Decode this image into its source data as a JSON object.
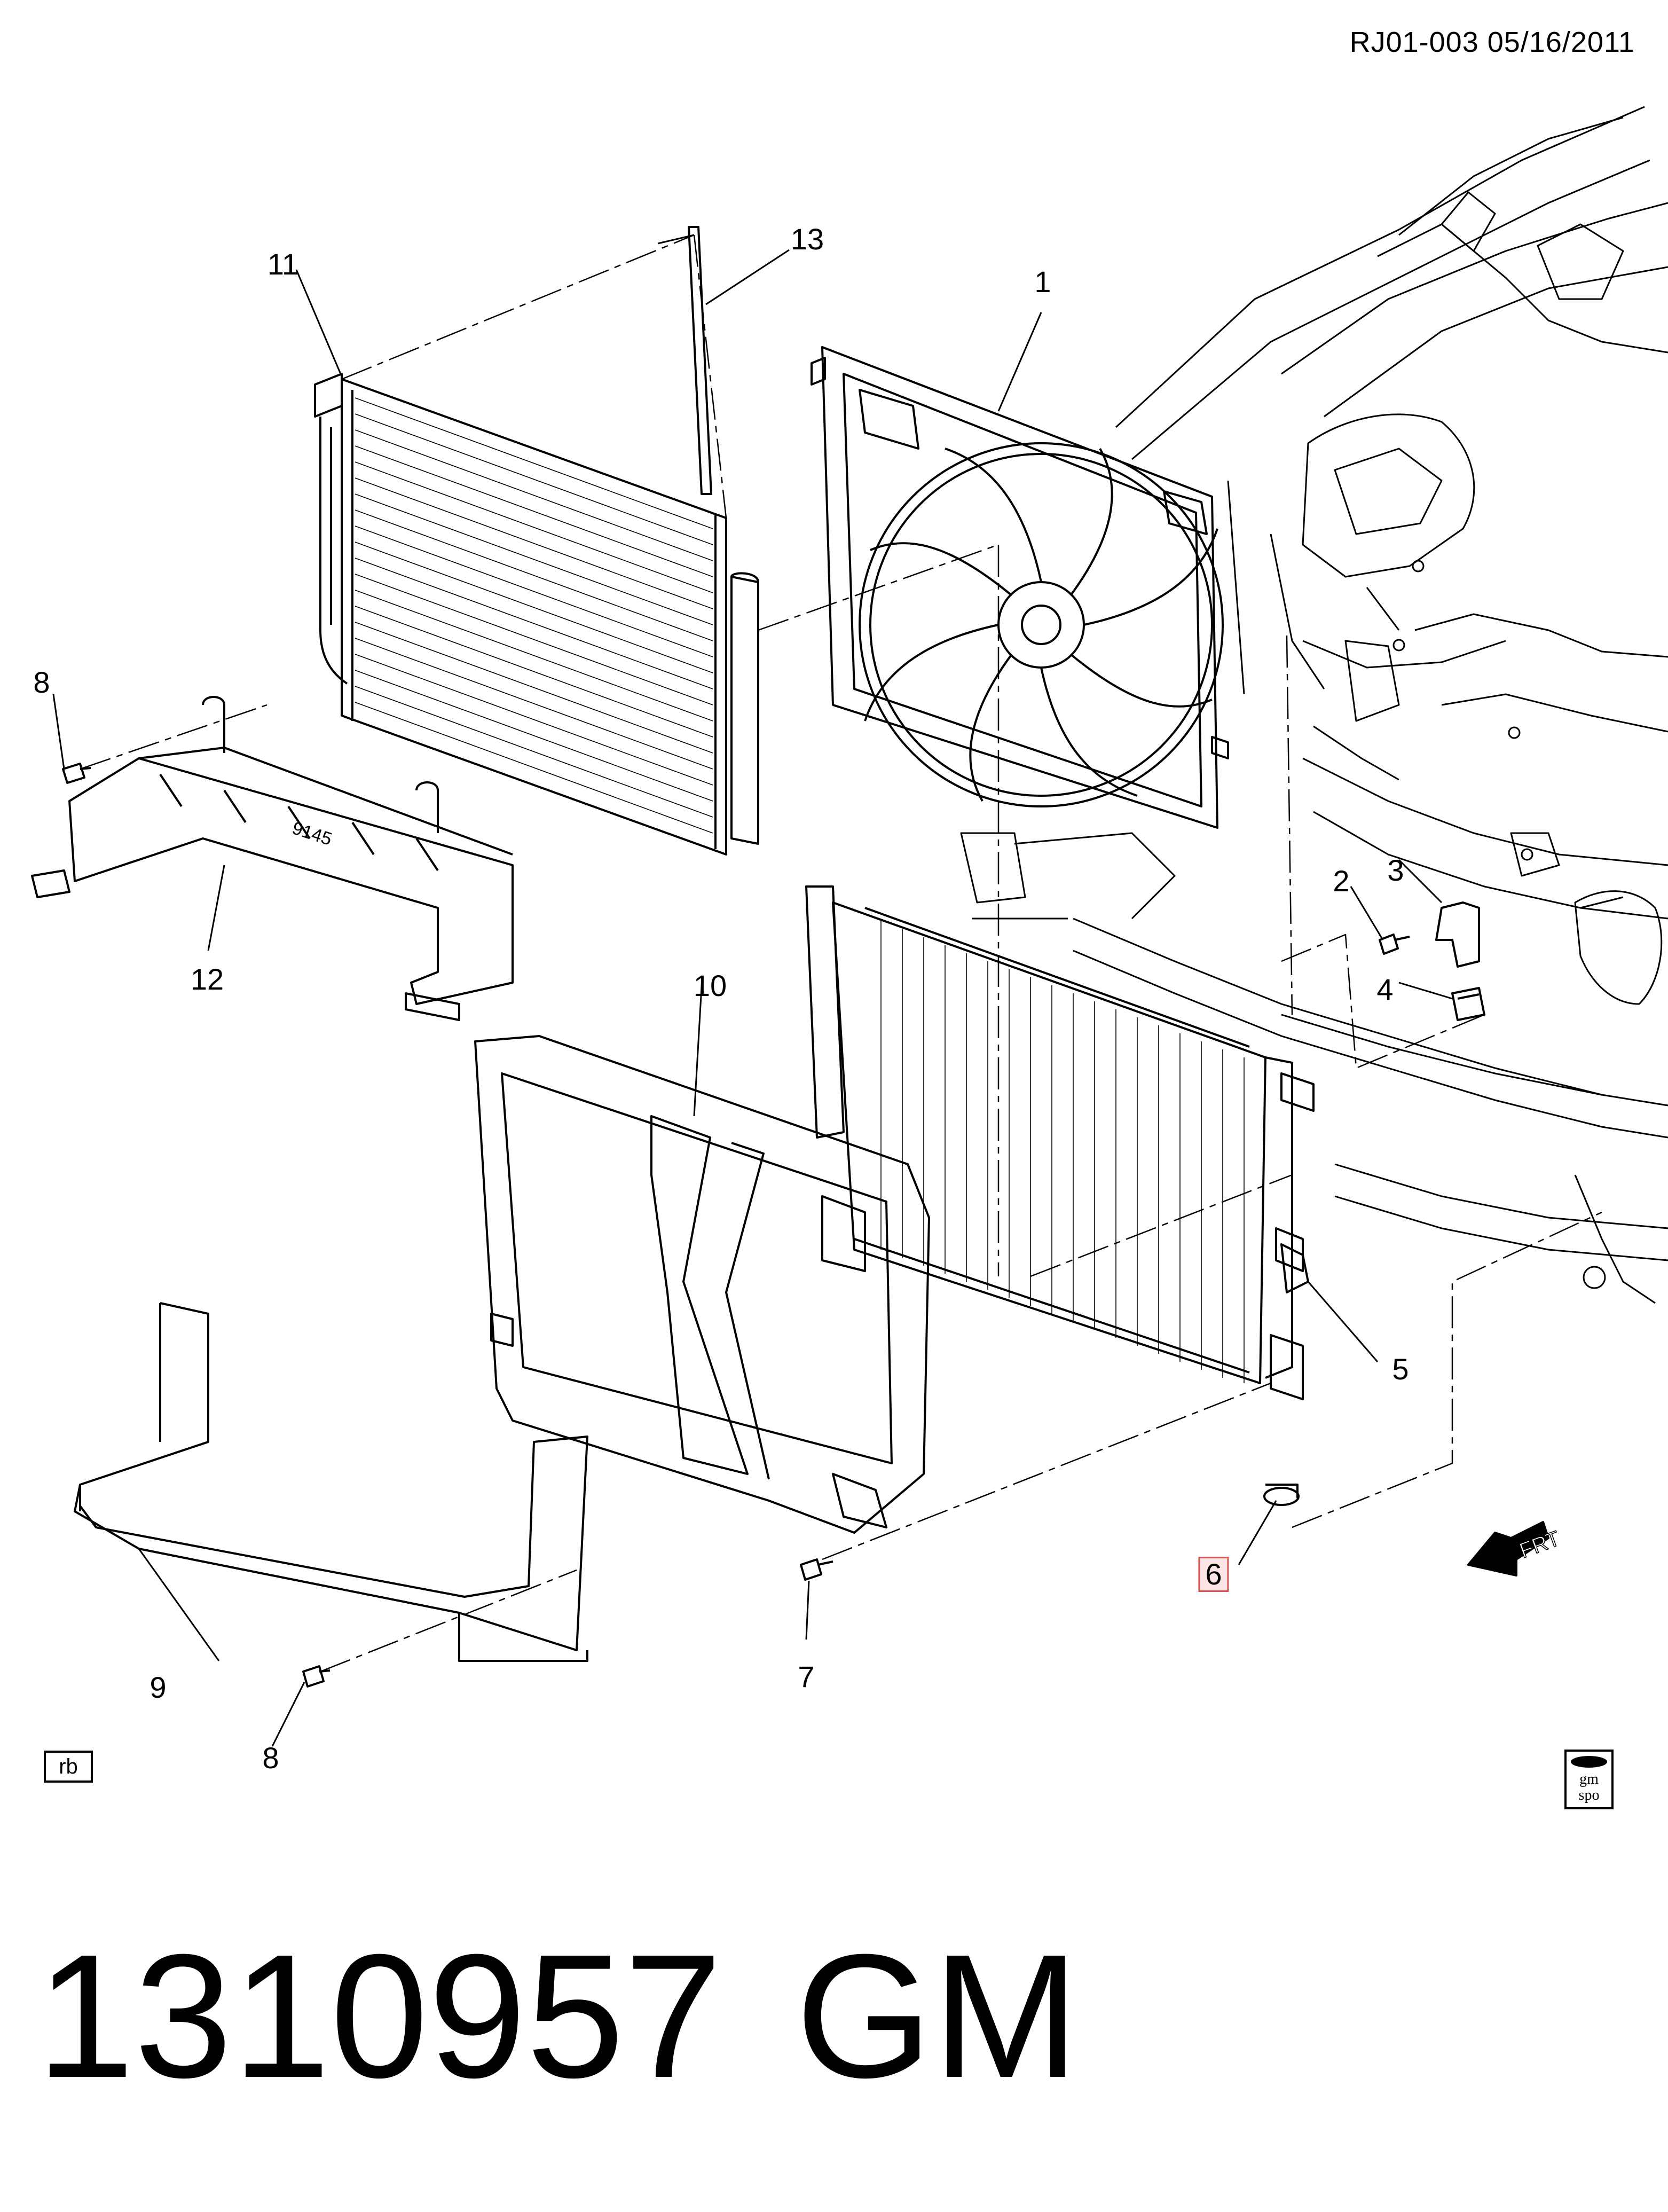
{
  "header": {
    "code": "RJ01-003  05/16/2011"
  },
  "callouts": [
    {
      "id": "c1",
      "label": "1"
    },
    {
      "id": "c2",
      "label": "2"
    },
    {
      "id": "c3",
      "label": "3"
    },
    {
      "id": "c4",
      "label": "4"
    },
    {
      "id": "c5",
      "label": "5"
    },
    {
      "id": "c6",
      "label": "6"
    },
    {
      "id": "c7",
      "label": "7"
    },
    {
      "id": "c8a",
      "label": "8"
    },
    {
      "id": "c8b",
      "label": "8"
    },
    {
      "id": "c9",
      "label": "9"
    },
    {
      "id": "c10",
      "label": "10"
    },
    {
      "id": "c11",
      "label": "11"
    },
    {
      "id": "c12",
      "label": "12"
    },
    {
      "id": "c13",
      "label": "13"
    }
  ],
  "part_stamp": "9145",
  "direction_marker": "FRT",
  "tag": "rb",
  "logo": {
    "line1": "gm",
    "line2": "spo"
  },
  "footer": {
    "part_number": "1310957",
    "manufacturer": "GM"
  },
  "colors": {
    "line": "#000000",
    "highlight_border": "#d9534f",
    "highlight_fill": "#fde5e5"
  }
}
